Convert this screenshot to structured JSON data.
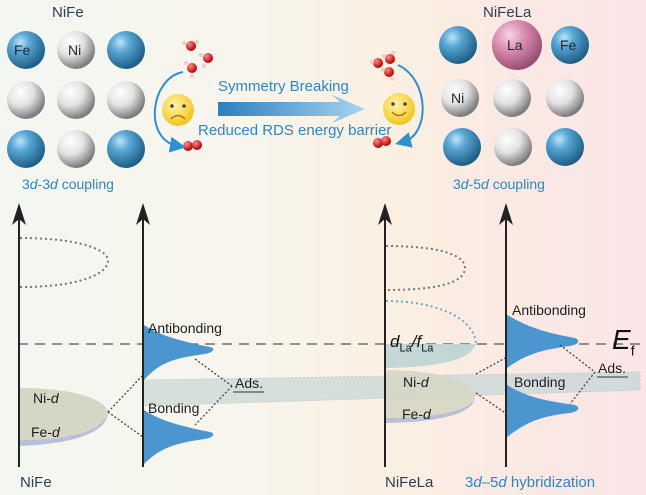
{
  "top": {
    "left_title": "NiFe",
    "right_title": "NiFeLa",
    "left_coupling": {
      "a": "3",
      "b": "d",
      "c": "-3",
      "d": "d",
      "e": " coupling"
    },
    "right_coupling": {
      "a": "3",
      "b": "d",
      "c": "-5",
      "d": "d",
      "e": " coupling"
    },
    "left_atom_labels": {
      "fe": "Fe",
      "ni": "Ni"
    },
    "right_atom_labels": {
      "la": "La",
      "fe": "Fe",
      "ni": "Ni"
    },
    "process_top": "Symmetry Breaking",
    "process_bottom": "Reduced RDS energy barrier",
    "left_face": "sad-face",
    "right_face": "happy-face"
  },
  "bottom": {
    "left_axis_label": "NiFe",
    "right_axis_label": "NiFeLa",
    "hybridization": {
      "a": "3",
      "b": "d",
      "c": "–5",
      "d": "d",
      "e": " hybridization"
    },
    "fermi_label": {
      "main": "E",
      "sub": "f"
    },
    "la_label": {
      "d": "d",
      "dsub": "La",
      "slash": "/",
      "f": "f",
      "fsub": "La"
    },
    "antibonding": "Antibonding",
    "bonding": "Bonding",
    "ads": "Ads.",
    "ni_d": {
      "a": "Ni-",
      "b": "d"
    },
    "fe_d": {
      "a": "Fe-",
      "b": "d"
    }
  },
  "colors": {
    "fe_atom": "#4a9ccc",
    "ni_atom": "#e4e4e4",
    "la_atom": "#d98bb0",
    "band_fill": "#4b96cf",
    "accent_text": "#2f86c4"
  }
}
